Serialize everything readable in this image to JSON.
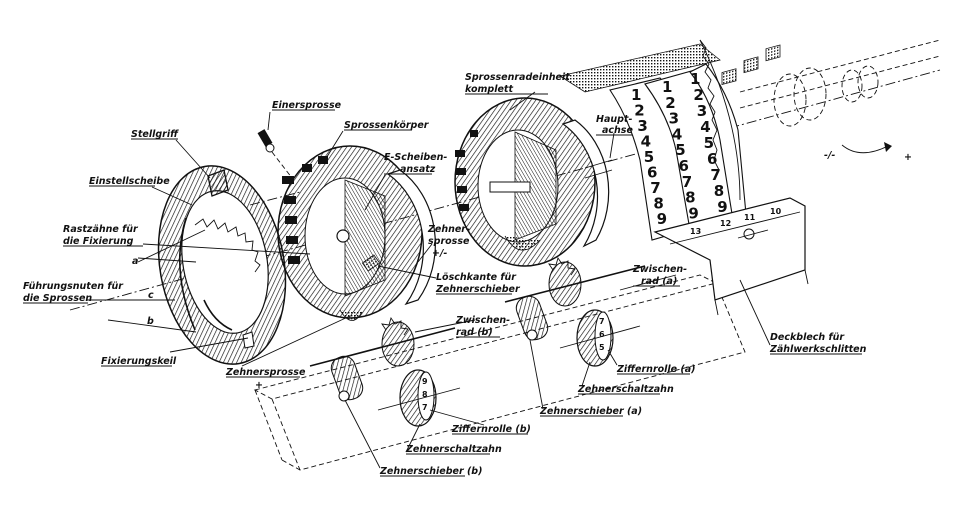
{
  "labels": {
    "einersprosse": "Einersprosse",
    "sprossenkoerper": "Sprossenkörper",
    "stellgriff": "Stellgriff",
    "einstellscheibe": "Einstellscheibe",
    "e_scheiben_1": "E-Scheiben-",
    "e_scheiben_2": "ansatz",
    "rastzaehne_1": "Rastzähne für",
    "rastzaehne_2": "die Fixierung",
    "fuehrungsnuten_1": "Führungsnuten für",
    "fuehrungsnuten_2": "die Sprossen",
    "a": "a",
    "c": "c",
    "b": "b",
    "fixierungskeil": "Fixierungskeil",
    "zehnersprosse_top_1": "Zehner-",
    "zehnersprosse_top_2": "sprosse",
    "zehnersprosse_top_3": "+/-",
    "loeschkante_1": "Löschkante für",
    "loeschkante_2": "Zehnerschieber",
    "zehnersprosse_bottom": "Zehnersprosse",
    "plus": "+",
    "sprossenradeinheit_1": "Sprossenradeinheit",
    "sprossenradeinheit_2": "komplett",
    "hauptachse_1": "Haupt-",
    "hauptachse_2": "achse",
    "zwischenrad_a_1": "Zwischen-",
    "zwischenrad_a_2": "rad (a)",
    "zwischenrad_b_1": "Zwischen-",
    "zwischenrad_b_2": "rad (b)",
    "ziffernrolle_a": "Ziffernrolle (a)",
    "zehnerschaltzahn_a": "Zehnerschaltzahn",
    "zehnerschieber_a": "Zehnerschieber (a)",
    "ziffernrolle_b": "Ziffernrolle (b)",
    "zehnerschaltzahn_b": "Zehnerschaltzahn",
    "zehnerschieber_b": "Zehnerschieber (b)",
    "deckblech_1": "Deckblech für",
    "deckblech_2": "Zählwerkschlitten",
    "rotation_minus": "-/-",
    "rotation_plus": "+"
  },
  "digit_strips": [
    [
      "1",
      "2",
      "3",
      "4",
      "5",
      "6",
      "7",
      "8",
      "9"
    ],
    [
      "1",
      "2",
      "3",
      "4",
      "5",
      "6",
      "7",
      "8",
      "9"
    ],
    [
      "1",
      "2",
      "3",
      "4",
      "5",
      "6",
      "7",
      "8",
      "9"
    ]
  ],
  "counter_numbers": [
    "13",
    "12",
    "11",
    "10"
  ]
}
